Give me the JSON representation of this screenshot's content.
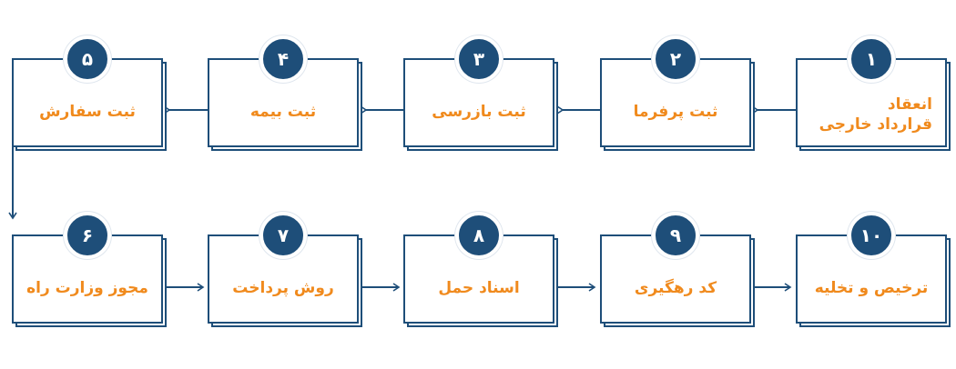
{
  "colors": {
    "primary": "#1e4e79",
    "label": "#f08a1d"
  },
  "steps": [
    {
      "number": "۱",
      "label": "انعقاد\nقرارداد خارجی"
    },
    {
      "number": "۲",
      "label": "ثبت پرفرما"
    },
    {
      "number": "۳",
      "label": "ثبت بازرسی"
    },
    {
      "number": "۴",
      "label": "ثبت بیمه"
    },
    {
      "number": "۵",
      "label": "ثبت سفارش"
    },
    {
      "number": "۶",
      "label": "مجوز وزارت راه"
    },
    {
      "number": "۷",
      "label": "روش پرداخت"
    },
    {
      "number": "۸",
      "label": "اسناد حمل"
    },
    {
      "number": "۹",
      "label": "کد رهگیری"
    },
    {
      "number": "۱۰",
      "label": "ترخیص و تخلیه"
    }
  ]
}
